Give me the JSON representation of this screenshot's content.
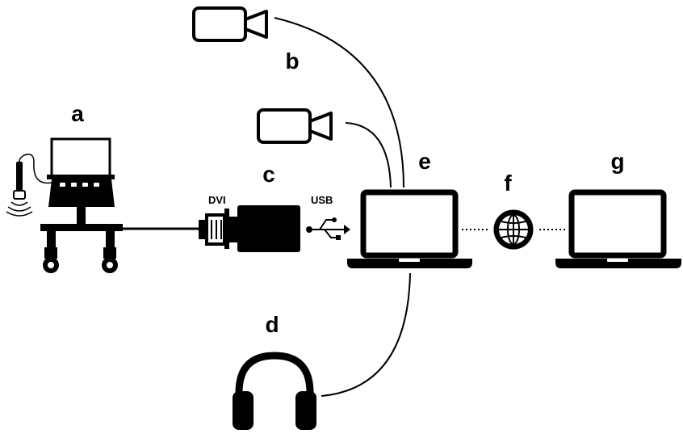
{
  "labels": {
    "a": "a",
    "b": "b",
    "c": "c",
    "d": "d",
    "e": "e",
    "f": "f",
    "g": "g"
  },
  "ports": {
    "dvi": "DVI",
    "usb": "USB"
  },
  "colors": {
    "ink": "#000000",
    "paper": "#ffffff"
  },
  "icons": {
    "a": "ultrasound-cart-icon",
    "b_top": "video-camera-icon",
    "b_bottom": "video-camera-icon",
    "c": "video-capture-device-icon",
    "d": "headphones-icon",
    "e": "laptop-icon",
    "f": "globe-icon",
    "g": "laptop-icon"
  }
}
